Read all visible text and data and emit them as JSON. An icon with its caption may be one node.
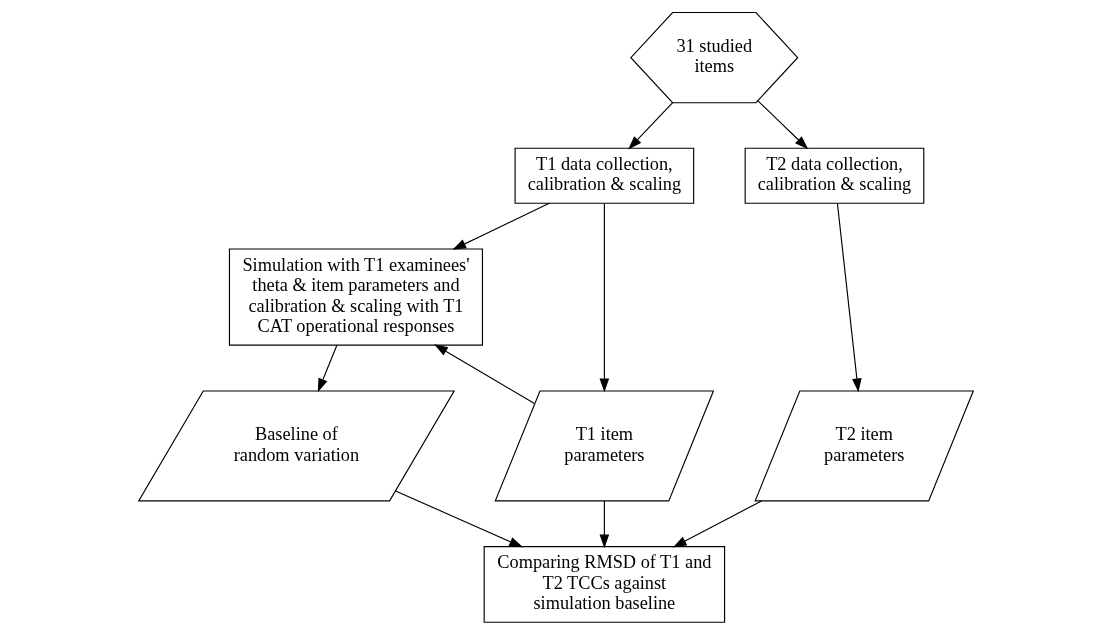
{
  "diagram": {
    "nodes": [
      {
        "text": [
          "31 studied items"
        ]
      },
      {
        "text": [
          "T1 data collection, calibration & scaling"
        ]
      },
      {
        "text": [
          "T2 data collection, calibration & scaling"
        ]
      },
      {
        "text": [
          "Simulation with T1 examinees' theta & item parameters and calibration & scaling with T1 CAT operational responses"
        ]
      },
      {
        "text": [
          "T1 item parameters"
        ]
      },
      {
        "text": [
          "Baseline of random variation"
        ]
      },
      {
        "text": [
          "T2 item parameters"
        ]
      },
      {
        "text": [
          "Comparing RMSD of T1 and T2 TCCs against simulation baseline"
        ]
      }
    ],
    "edges": [
      {
        "from": 0,
        "to": 1,
        "arrow": "to"
      },
      {
        "from": 0,
        "to": 2,
        "arrow": "to"
      },
      {
        "from": 1,
        "to": 3,
        "arrow": "to"
      },
      {
        "from": 1,
        "to": 4,
        "arrow": "to"
      },
      {
        "from": 4,
        "to": 3,
        "arrow": "to"
      },
      {
        "from": 2,
        "to": 6,
        "arrow": "to"
      },
      {
        "from": 3,
        "to": 5,
        "arrow": "to"
      },
      {
        "from": 4,
        "to": 7,
        "arrow": "to"
      },
      {
        "from": 5,
        "to": 7,
        "arrow": "to"
      },
      {
        "from": 6,
        "to": 7,
        "arrow": "to"
      }
    ]
  }
}
